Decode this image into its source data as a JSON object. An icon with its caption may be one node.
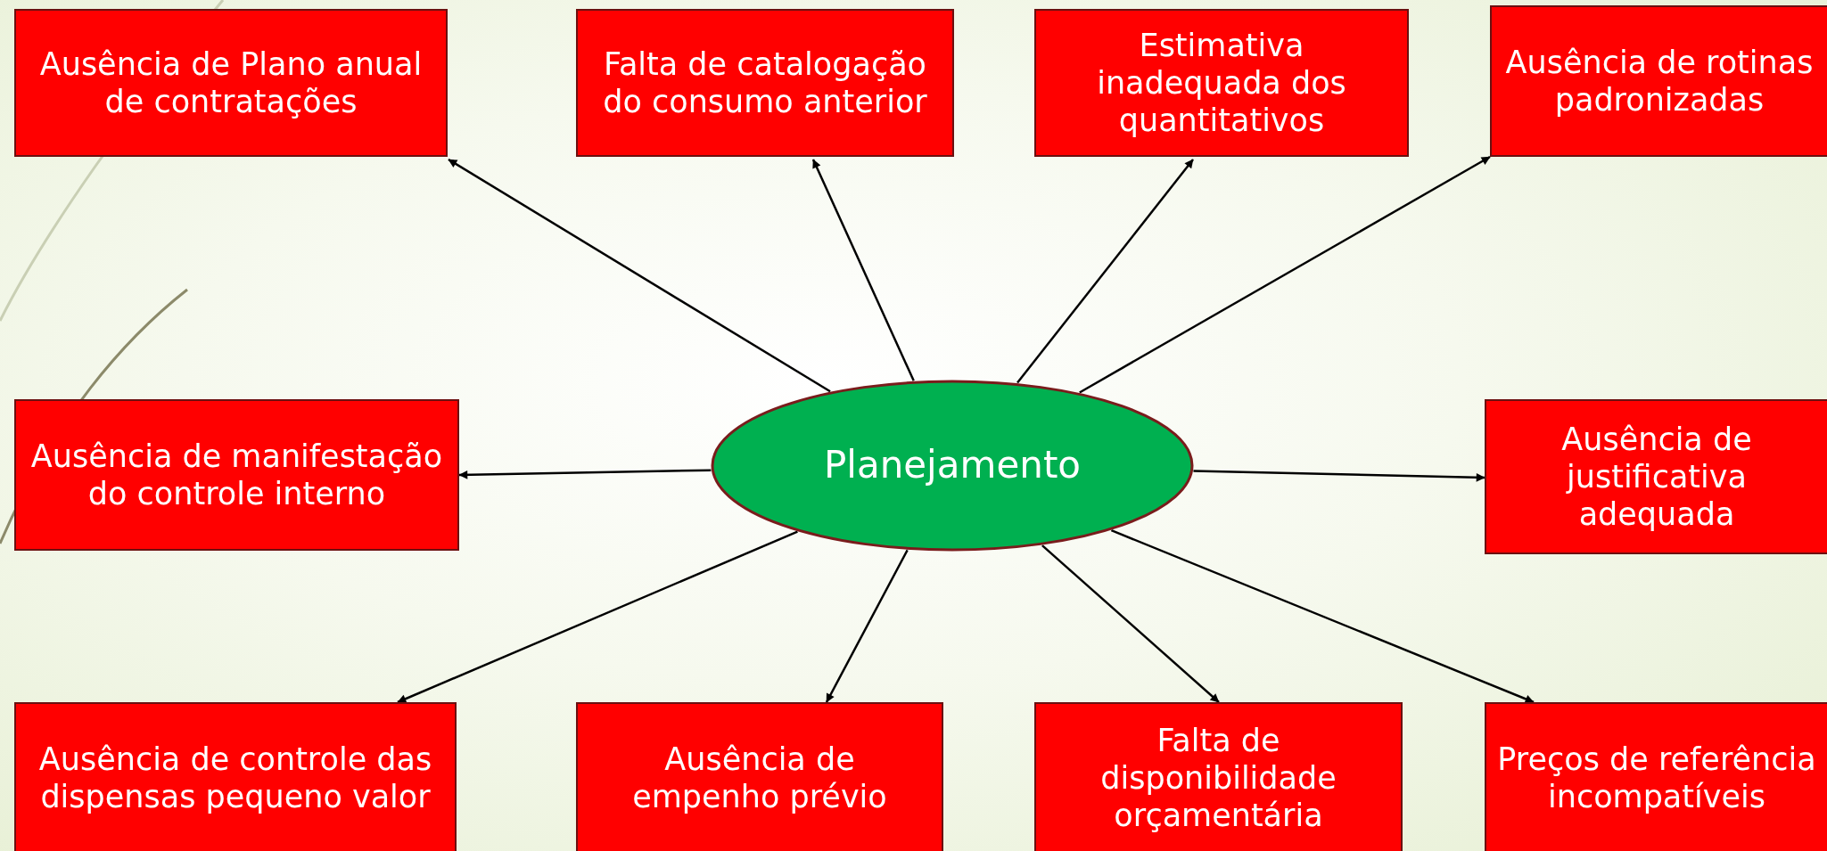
{
  "diagram": {
    "nodes": [
      {
        "text": [
          "Ausência de Plano anual de contratações"
        ]
      },
      {
        "text": [
          "Falta de catalogação do consumo anterior"
        ]
      },
      {
        "text": [
          "Estimativa inadequada dos quantitativos"
        ]
      },
      {
        "text": [
          "Ausência de rotinas padronizadas"
        ]
      },
      {
        "text": [
          "Ausência de manifestação do controle interno"
        ]
      },
      {
        "text": [
          "Planejamento"
        ]
      },
      {
        "text": [
          "Ausência de justificativa adequada"
        ]
      },
      {
        "text": [
          "Ausência de controle das dispensas pequeno valor"
        ]
      },
      {
        "text": [
          "Ausência de empenho prévio"
        ]
      },
      {
        "text": [
          "Falta de disponibilidade orçamentária"
        ]
      },
      {
        "text": [
          "Preços de referência incompatíveis"
        ]
      }
    ],
    "edges": [
      {
        "from": 5,
        "to": 0,
        "arrow": "to"
      },
      {
        "from": 5,
        "to": 1,
        "arrow": "to"
      },
      {
        "from": 5,
        "to": 2,
        "arrow": "to"
      },
      {
        "from": 5,
        "to": 3,
        "arrow": "to"
      },
      {
        "from": 5,
        "to": 4,
        "arrow": "to"
      },
      {
        "from": 5,
        "to": 6,
        "arrow": "to"
      },
      {
        "from": 5,
        "to": 7,
        "arrow": "to"
      },
      {
        "from": 5,
        "to": 8,
        "arrow": "to"
      },
      {
        "from": 5,
        "to": 9,
        "arrow": "to"
      },
      {
        "from": 5,
        "to": 10,
        "arrow": "to"
      }
    ]
  }
}
